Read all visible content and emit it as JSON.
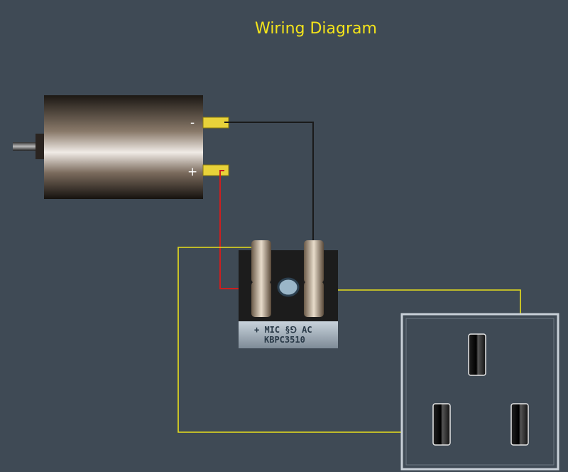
{
  "title": "Wiring Diagram",
  "motor": {
    "negative_label": "-",
    "positive_label": "+"
  },
  "bridge_rectifier": {
    "marking_line1": "+ MIC §⅁ AC",
    "marking_line2": "KBPC3510"
  },
  "wires": {
    "negative": "#1a1a1a",
    "positive": "#cc1f1f",
    "ac": "#e9df1c"
  },
  "colors": {
    "background": "#3f4a55",
    "title": "#f4e41a",
    "terminal": "#e8d23a"
  }
}
